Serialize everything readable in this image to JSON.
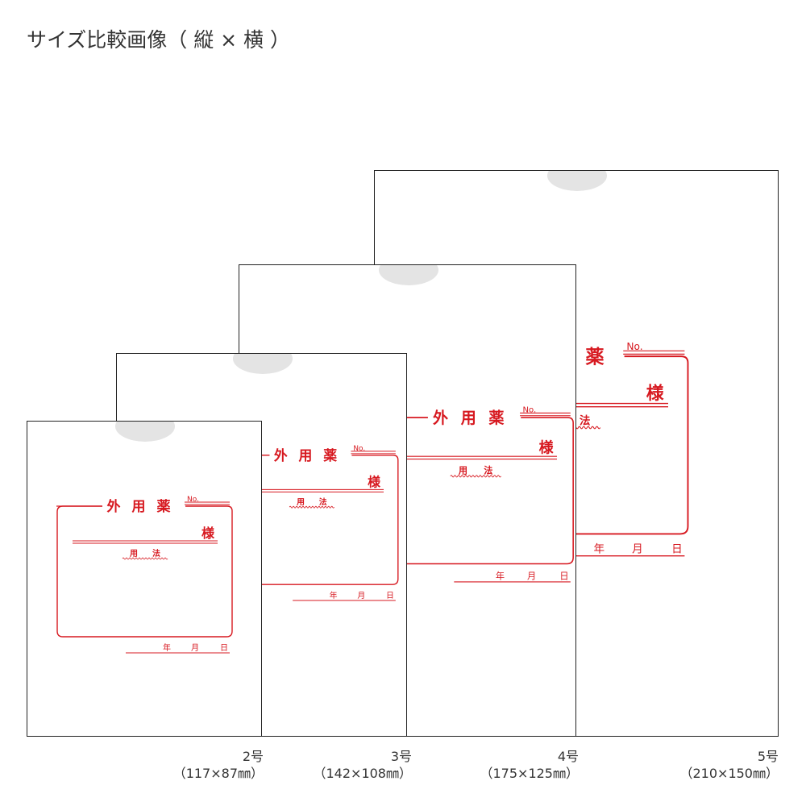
{
  "title": "サイズ比較画像（ 縦 × 横 ）",
  "colors": {
    "print_red": "#d71920",
    "border": "#222222",
    "notch": "#e4e4e4"
  },
  "print": {
    "heading": [
      "外",
      "用",
      "薬"
    ],
    "no_label": "No.",
    "honorific": "様",
    "usage_chars": [
      "用",
      "法"
    ],
    "date_chars": [
      "年",
      "月",
      "日"
    ]
  },
  "bags": [
    {
      "id": "5",
      "name": "5号",
      "dims": "（210×150㎜）"
    },
    {
      "id": "4",
      "name": "4号",
      "dims": "（175×125㎜）"
    },
    {
      "id": "3",
      "name": "3号",
      "dims": "（142×108㎜）"
    },
    {
      "id": "2",
      "name": "2号",
      "dims": "（117×87㎜）"
    }
  ]
}
